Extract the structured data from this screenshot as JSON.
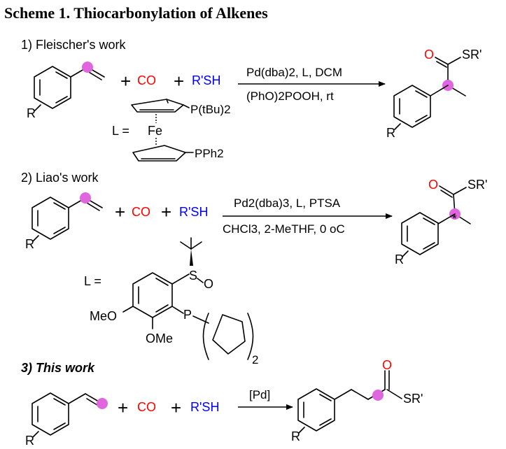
{
  "title": "Scheme 1. Thiocarbonylation of Alkenes",
  "colors": {
    "co": "#ff0000",
    "thiol": "#0000ff",
    "highlight": "#e066e0"
  },
  "sections": [
    {
      "label": "1) Fleischer's work",
      "co": "CO",
      "thiol": "R'SH",
      "conditions_top": "Pd(dba)2, L, DCM",
      "conditions_bottom": "(PhO)2POOH, rt",
      "ligand_prefix": "L =",
      "ligand_p_top": "P(tBu)2",
      "ligand_fe": "Fe",
      "ligand_p_bottom": "PPh2",
      "product_o": "O",
      "product_sr": "SR'",
      "r": "R"
    },
    {
      "label": "2) Liao's work",
      "co": "CO",
      "thiol": "R'SH",
      "conditions_top": "Pd2(dba)3, L, PTSA",
      "conditions_bottom": "CHCl3, 2-MeTHF, 0 oC",
      "ligand_prefix": "L =",
      "ligand_s": "S",
      "ligand_o": "O",
      "ligand_p": "P",
      "ligand_meo": "MeO",
      "ligand_ome": "OMe",
      "ligand_sub": "2",
      "star": "*",
      "product_o": "O",
      "product_sr": "SR'",
      "r": "R"
    },
    {
      "label": "3) This work",
      "co": "CO",
      "thiol": "R'SH",
      "catalyst": "[Pd]",
      "product_o": "O",
      "product_sr": "SR'",
      "r": "R"
    }
  ]
}
